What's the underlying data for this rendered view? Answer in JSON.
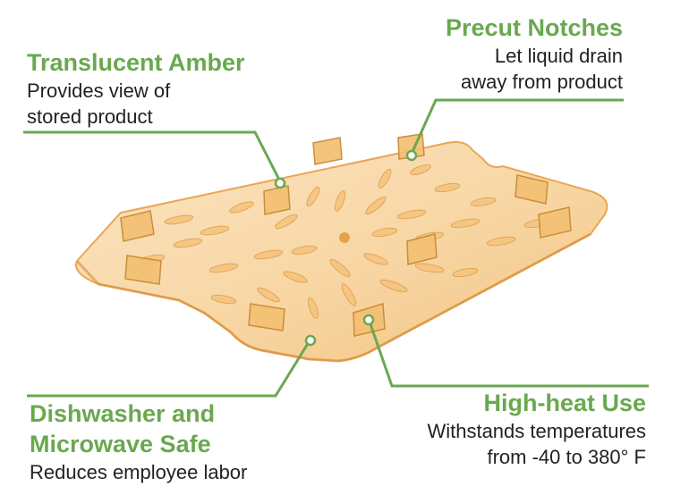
{
  "colors": {
    "accent": "#6aa84f",
    "text": "#222222",
    "amber": "#f4b85f"
  },
  "product_image": "translucent amber food pan drain shelf",
  "callouts": {
    "translucent": {
      "title": "Translucent Amber",
      "lines": [
        "Provides view of",
        "stored product"
      ]
    },
    "precut": {
      "title": "Precut Notches",
      "lines": [
        "Let liquid drain",
        "away from product"
      ]
    },
    "dishwasher": {
      "title_lines": [
        "Dishwasher and",
        "Microwave Safe"
      ],
      "lines": [
        "Reduces employee labor"
      ]
    },
    "heat": {
      "title": "High-heat Use",
      "lines": [
        "Withstands temperatures",
        "from -40 to 380° F"
      ]
    }
  }
}
